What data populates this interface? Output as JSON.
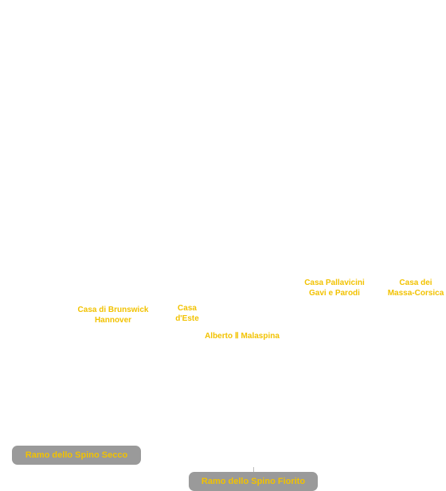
{
  "diagram": {
    "nodes": {
      "brunswick": {
        "line1": "Casa di Brunswick",
        "line2": "Hannover"
      },
      "este": {
        "line1": "Casa",
        "line2": "d'Este"
      },
      "pallavicini": {
        "line1": "Casa Pallavicini",
        "line2": "Gavi e Parodi"
      },
      "massa": {
        "line1": "Casa dei",
        "line2": "Massa-Corsica"
      },
      "alberto": {
        "line1": "Alberto Ⅱ Malaspina"
      }
    },
    "branches": {
      "secco": "Ramo dello Spino Secco",
      "fiorito": "Ramo dello Spino Fiorito"
    },
    "colors": {
      "label_text": "#f2c200",
      "branch_fill": "#9a9a9a",
      "background": "#ffffff"
    }
  }
}
